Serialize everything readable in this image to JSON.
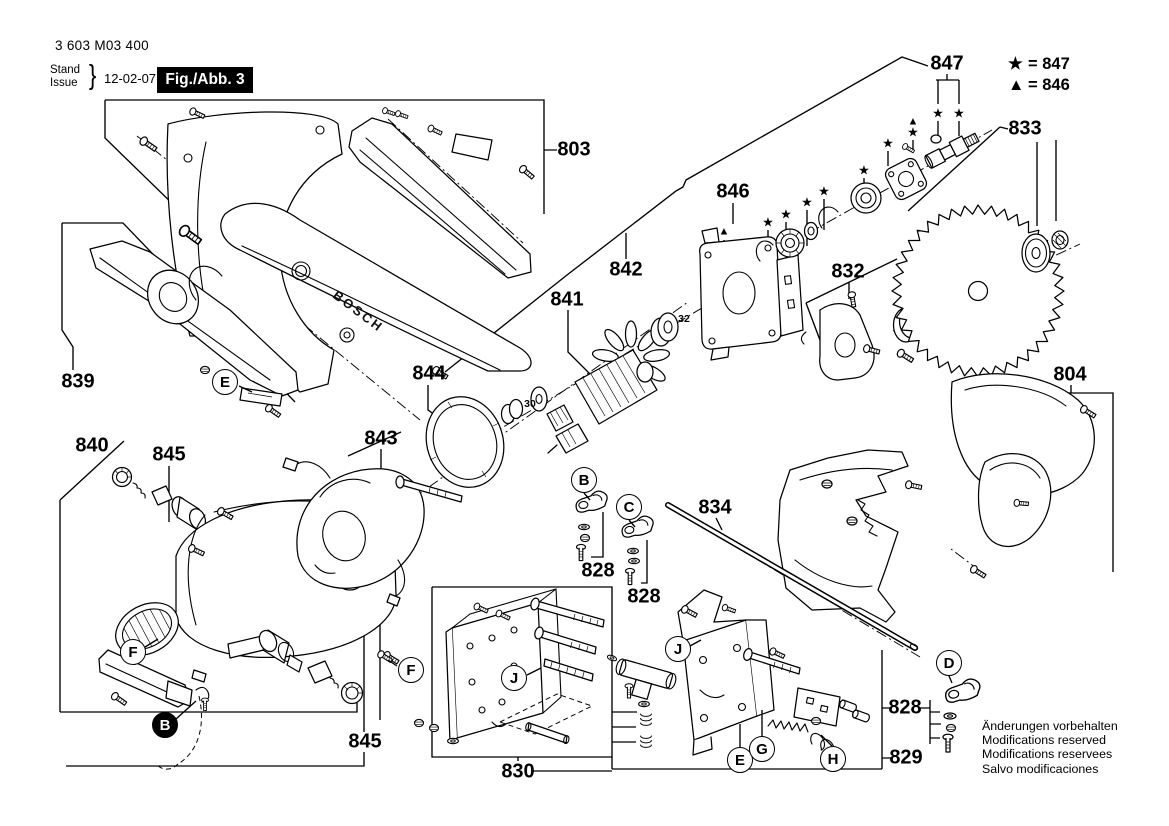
{
  "header": {
    "part_number": "3 603 M03 400",
    "stand_label": "Stand",
    "issue_label": "Issue",
    "brace": "}",
    "date": "12-02-07",
    "figure_label": "Fig./Abb. 3"
  },
  "legend": {
    "star_symbol": "★",
    "star_value": "= 847",
    "triangle_symbol": "▲",
    "triangle_value": "= 846"
  },
  "symbols": {
    "star": "★",
    "triangle": "▲"
  },
  "brand": {
    "logo_text": "BOSCH"
  },
  "notes": [
    "Änderungen vorbehalten",
    "Modifications reserved",
    "Modifications reservees",
    "Salvo modificaciones"
  ],
  "part_labels": [
    "803",
    "847",
    "833",
    "846",
    "842",
    "841",
    "832",
    "839",
    "844",
    "843",
    "840",
    "845",
    "804",
    "834",
    "828",
    "828",
    "830",
    "845",
    "828",
    "829"
  ],
  "detail_marks": [
    "30",
    "32"
  ],
  "callouts": [
    "E",
    "F",
    "B",
    "B",
    "C",
    "F",
    "J",
    "J",
    "E",
    "G",
    "H",
    "D"
  ]
}
